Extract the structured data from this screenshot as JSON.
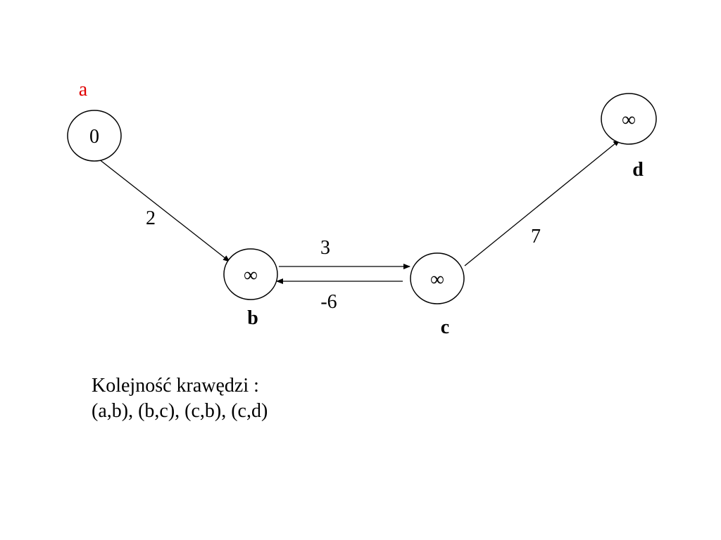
{
  "graph": {
    "nodes": [
      {
        "id": "a",
        "label": "a",
        "value": "0",
        "label_color": "#e00000",
        "label_bold": false
      },
      {
        "id": "b",
        "label": "b",
        "value": "∞",
        "label_color": "#000000",
        "label_bold": true
      },
      {
        "id": "c",
        "label": "c",
        "value": "∞",
        "label_color": "#000000",
        "label_bold": true
      },
      {
        "id": "d",
        "label": "d",
        "value": "∞",
        "label_color": "#000000",
        "label_bold": true
      }
    ],
    "edges": [
      {
        "from": "a",
        "to": "b",
        "weight": "2"
      },
      {
        "from": "b",
        "to": "c",
        "weight": "3"
      },
      {
        "from": "c",
        "to": "b",
        "weight": "-6"
      },
      {
        "from": "c",
        "to": "d",
        "weight": "7"
      }
    ]
  },
  "caption": {
    "line1": "Kolejność krawędzi :",
    "line2": "(a,b), (b,c), (c,b), (c,d)"
  }
}
